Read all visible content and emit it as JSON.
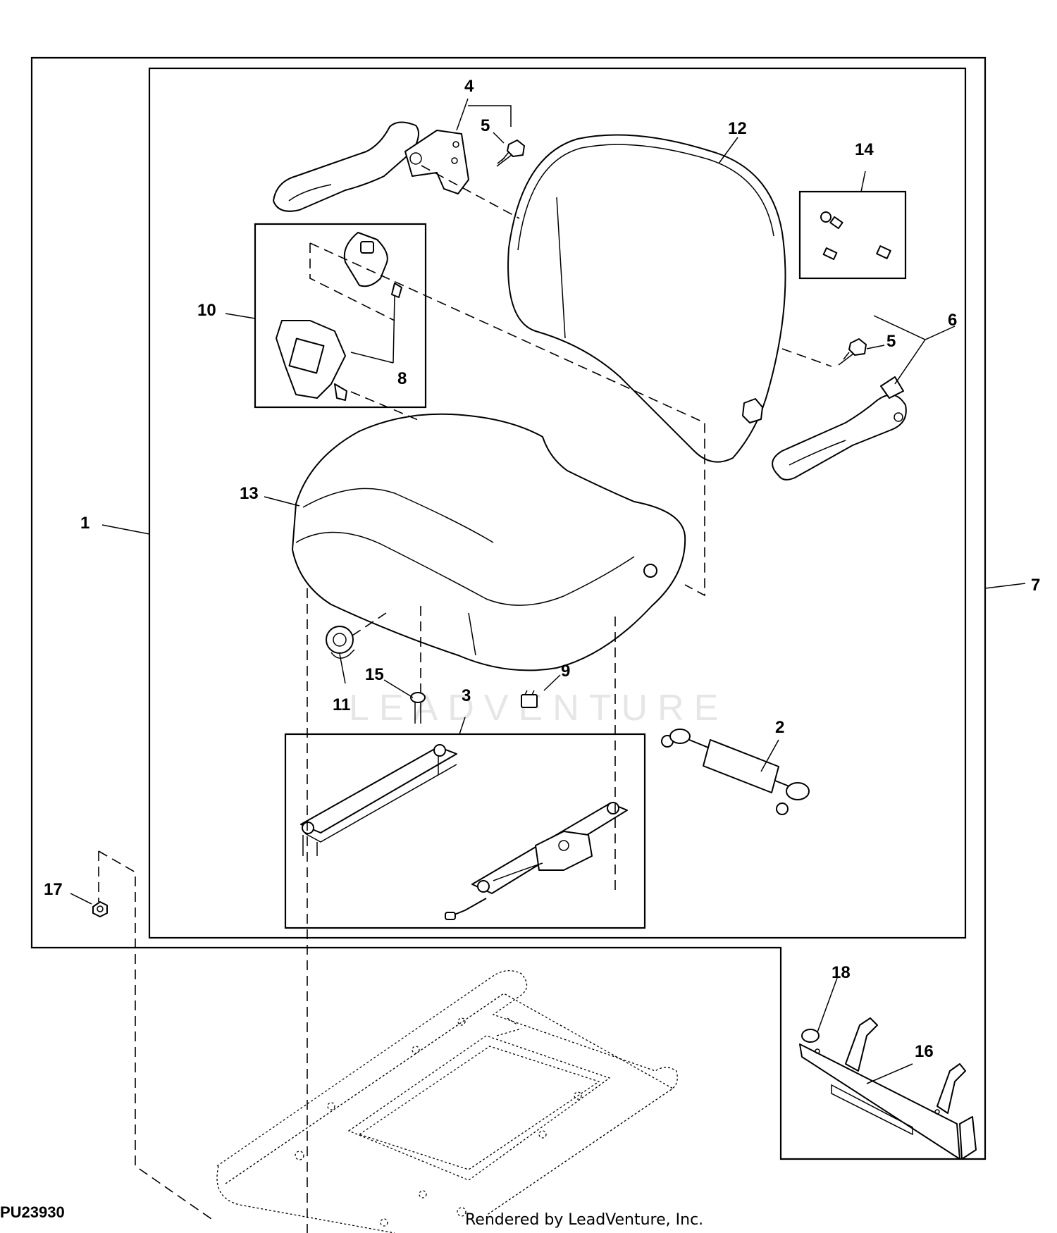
{
  "diagram": {
    "figure_id": "PU23930",
    "credit": "Rendered by LeadVenture, Inc.",
    "watermark": "LEADVENTURE",
    "callouts": {
      "c1": "1",
      "c2": "2",
      "c3": "3",
      "c4": "4",
      "c5a": "5",
      "c5b": "5",
      "c6": "6",
      "c7": "7",
      "c8": "8",
      "c9": "9",
      "c10": "10",
      "c11": "11",
      "c12": "12",
      "c13": "13",
      "c14": "14",
      "c15": "15",
      "c16": "16",
      "c17": "17",
      "c18": "18"
    }
  }
}
